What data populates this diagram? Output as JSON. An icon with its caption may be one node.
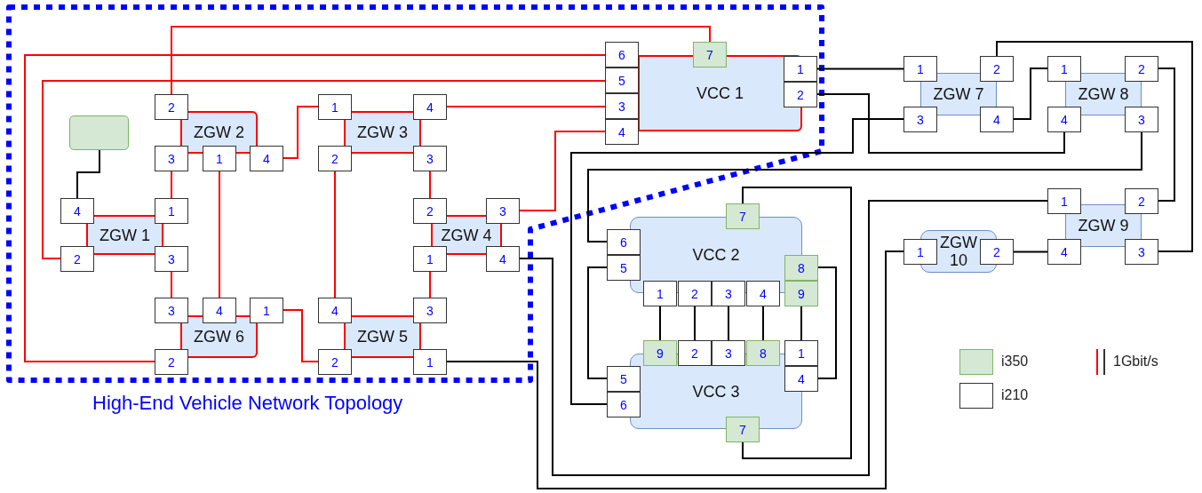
{
  "diagram": {
    "nodes": [
      {
        "text": [
          "High-End Vehicle Network Topology"
        ]
      },
      {
        "text": [],
        "shape": "box"
      },
      {
        "text": [
          "ZGW 1"
        ]
      },
      {
        "text": [
          "4"
        ]
      },
      {
        "text": [
          "1"
        ]
      },
      {
        "text": [
          "2"
        ]
      },
      {
        "text": [
          "3"
        ]
      },
      {
        "text": [
          "ZGW 2"
        ]
      },
      {
        "text": [
          "2"
        ]
      },
      {
        "text": [
          "3"
        ]
      },
      {
        "text": [
          "1"
        ]
      },
      {
        "text": [
          "4"
        ]
      },
      {
        "text": [
          "ZGW 3"
        ]
      },
      {
        "text": [
          "1"
        ]
      },
      {
        "text": [
          "4"
        ]
      },
      {
        "text": [
          "2"
        ]
      },
      {
        "text": [
          "3"
        ]
      },
      {
        "text": [
          "ZGW 4"
        ]
      },
      {
        "text": [
          "2"
        ]
      },
      {
        "text": [
          "3"
        ]
      },
      {
        "text": [
          "1"
        ]
      },
      {
        "text": [
          "4"
        ]
      },
      {
        "text": [
          "ZGW 5"
        ]
      },
      {
        "text": [
          "4"
        ]
      },
      {
        "text": [
          "3"
        ]
      },
      {
        "text": [
          "2"
        ]
      },
      {
        "text": [
          "1"
        ]
      },
      {
        "text": [
          "ZGW 6"
        ]
      },
      {
        "text": [
          "3"
        ]
      },
      {
        "text": [
          "4"
        ]
      },
      {
        "text": [
          "1"
        ]
      },
      {
        "text": [
          "2"
        ]
      },
      {
        "text": [
          "VCC 1"
        ]
      },
      {
        "text": [
          "6"
        ]
      },
      {
        "text": [
          "7"
        ]
      },
      {
        "text": [
          "5"
        ]
      },
      {
        "text": [
          "3"
        ]
      },
      {
        "text": [
          "4"
        ]
      },
      {
        "text": [
          "1"
        ]
      },
      {
        "text": [
          "2"
        ]
      },
      {
        "text": [
          "ZGW 7"
        ]
      },
      {
        "text": [
          "1"
        ]
      },
      {
        "text": [
          "2"
        ]
      },
      {
        "text": [
          "3"
        ]
      },
      {
        "text": [
          "4"
        ]
      },
      {
        "text": [
          "ZGW 8"
        ]
      },
      {
        "text": [
          "1"
        ]
      },
      {
        "text": [
          "2"
        ]
      },
      {
        "text": [
          "4"
        ]
      },
      {
        "text": [
          "3"
        ]
      },
      {
        "text": [
          "ZGW 9"
        ]
      },
      {
        "text": [
          "1"
        ]
      },
      {
        "text": [
          "2"
        ]
      },
      {
        "text": [
          "4"
        ]
      },
      {
        "text": [
          "3"
        ]
      },
      {
        "text": [
          "ZGW 10"
        ]
      },
      {
        "text": [
          "1"
        ]
      },
      {
        "text": [
          "2"
        ]
      },
      {
        "text": [
          "VCC 2"
        ]
      },
      {
        "text": [
          "7"
        ]
      },
      {
        "text": [
          "6"
        ]
      },
      {
        "text": [
          "5"
        ]
      },
      {
        "text": [
          "8"
        ]
      },
      {
        "text": [
          "1"
        ]
      },
      {
        "text": [
          "2"
        ]
      },
      {
        "text": [
          "3"
        ]
      },
      {
        "text": [
          "4"
        ]
      },
      {
        "text": [
          "9"
        ]
      },
      {
        "text": [
          "VCC 3"
        ]
      },
      {
        "text": [
          "9"
        ]
      },
      {
        "text": [
          "2"
        ]
      },
      {
        "text": [
          "3"
        ]
      },
      {
        "text": [
          "8"
        ]
      },
      {
        "text": [
          "1"
        ]
      },
      {
        "text": [
          "5"
        ]
      },
      {
        "text": [
          "4"
        ]
      },
      {
        "text": [
          "6"
        ]
      },
      {
        "text": [
          "7"
        ]
      }
    ],
    "edges": [
      {
        "from": 8,
        "to": 34,
        "arrow": "none",
        "color": "#ff0000"
      },
      {
        "from": 33,
        "to": 31,
        "arrow": "none",
        "color": "#ff0000"
      },
      {
        "from": 35,
        "to": 5,
        "arrow": "none",
        "color": "#ff0000"
      },
      {
        "from": 36,
        "to": 14,
        "arrow": "none",
        "color": "#ff0000"
      },
      {
        "from": 37,
        "to": 19,
        "arrow": "none",
        "color": "#ff0000"
      },
      {
        "from": 11,
        "to": 13,
        "arrow": "none",
        "color": "#ff0000"
      },
      {
        "from": 9,
        "to": 4,
        "arrow": "none",
        "color": "#ff0000"
      },
      {
        "from": 10,
        "to": 29,
        "arrow": "none",
        "color": "#ff0000"
      },
      {
        "from": 15,
        "to": 23,
        "arrow": "none",
        "color": "#ff0000"
      },
      {
        "from": 16,
        "to": 18,
        "arrow": "none",
        "color": "#ff0000"
      },
      {
        "from": 20,
        "to": 24,
        "arrow": "none",
        "color": "#ff0000"
      },
      {
        "from": 6,
        "to": 28,
        "arrow": "none",
        "color": "#ff0000"
      },
      {
        "from": 30,
        "to": 25,
        "arrow": "none",
        "color": "#ff0000"
      },
      {
        "from": 1,
        "to": 3,
        "arrow": "none"
      },
      {
        "from": 26,
        "to": 56,
        "arrow": "none"
      },
      {
        "from": 21,
        "to": 51,
        "arrow": "none"
      },
      {
        "from": 38,
        "to": 41,
        "arrow": "none"
      },
      {
        "from": 39,
        "to": 48,
        "arrow": "none"
      },
      {
        "from": 43,
        "to": 76,
        "arrow": "none"
      },
      {
        "from": 44,
        "to": 46,
        "arrow": "none"
      },
      {
        "from": 42,
        "to": 54,
        "arrow": "none"
      },
      {
        "from": 47,
        "to": 52,
        "arrow": "none"
      },
      {
        "from": 49,
        "to": 60,
        "arrow": "none"
      },
      {
        "from": 57,
        "to": 53,
        "arrow": "none"
      },
      {
        "from": 59,
        "to": 77,
        "arrow": "none"
      },
      {
        "from": 61,
        "to": 74,
        "arrow": "none"
      },
      {
        "from": 62,
        "to": 75,
        "arrow": "none"
      },
      {
        "from": 63,
        "to": 69,
        "arrow": "none"
      },
      {
        "from": 64,
        "to": 70,
        "arrow": "none"
      },
      {
        "from": 65,
        "to": 71,
        "arrow": "none"
      },
      {
        "from": 66,
        "to": 72,
        "arrow": "none"
      },
      {
        "from": 67,
        "to": 73,
        "arrow": "none"
      }
    ],
    "legend": [
      {
        "text": "i350",
        "color": "#d5e8d4"
      },
      {
        "text": "i210",
        "color": "#ffffff"
      },
      {
        "text": "1Gbit/s"
      }
    ]
  }
}
